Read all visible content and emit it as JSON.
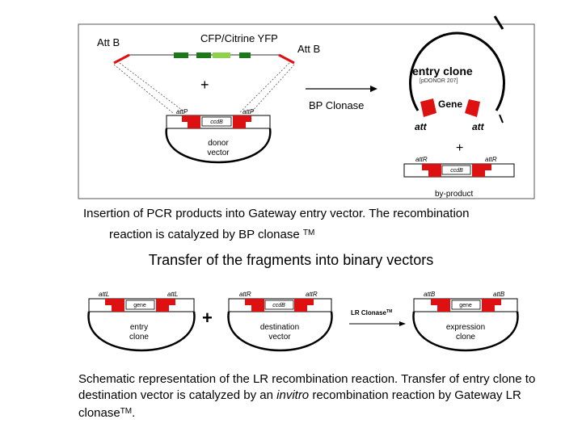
{
  "figure1": {
    "left_att": "Att B",
    "insert_label": "CFP/Citrine YFP",
    "right_att": "Att B",
    "plus": "+",
    "donor_attp_left": "attP",
    "donor_attp_right": "attP",
    "donor_ccdb": "ccdB",
    "donor_vector_line1": "donor",
    "donor_vector_line2": "vector",
    "entry_clone": "entry clone",
    "pdonr": "[pDONOR 207]",
    "gene": "Gene",
    "att_left": "att",
    "att_right": "att",
    "bp_clonase": "BP Clonase",
    "plus2": "+",
    "byproduct_attr_left": "attR",
    "byproduct_attr_right": "attR",
    "byproduct_ccdb": "ccdB",
    "byproduct": "by-product"
  },
  "caption1": {
    "line1": "Insertion of PCR products into Gateway entry vector. The  recombination",
    "line2": "reaction is catalyzed by BP clonase ",
    "tm": "TM"
  },
  "heading": "Transfer of the fragments into binary vectors",
  "figure2": {
    "entry_attl_left": "attL",
    "entry_attl_right": "attL",
    "entry_gene": "gene",
    "entry_clone_line1": "entry",
    "entry_clone_line2": "clone",
    "plus": "+",
    "dest_attr_left": "attR",
    "dest_attr_right": "attR",
    "dest_ccdb": "ccdB",
    "dest_line1": "destination",
    "dest_line2": "vector",
    "lr_clonase": "LR Clonase",
    "lr_tm": "TM",
    "expr_attb_left": "attB",
    "expr_attb_right": "attB",
    "expr_gene": "gene",
    "expr_line1": "expression",
    "expr_line2": "clone"
  },
  "caption2": {
    "text1": "Schematic representation of the LR recombination reaction. Transfer of entry clone to destination vector is catalyzed by an ",
    "italic": "invitro",
    "text2": " recombination reaction by Gateway LR clonase",
    "tm": "TM",
    "text3": "."
  }
}
